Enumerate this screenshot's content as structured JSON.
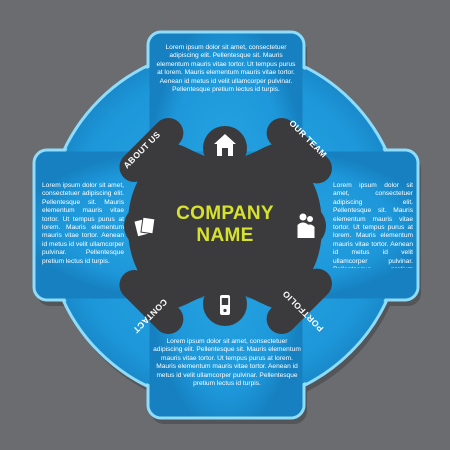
{
  "center": {
    "line1": "COMPANY",
    "line2": "NAME",
    "color": "#d6e22e"
  },
  "tabs": [
    {
      "id": "about",
      "label": "ABOUT US",
      "icon": "house-icon"
    },
    {
      "id": "team",
      "label": "OUR TEAM",
      "icon": "people-icon"
    },
    {
      "id": "portfolio",
      "label": "PORTFOLIO",
      "icon": "mobile-phone-icon"
    },
    {
      "id": "contact",
      "label": "CONTACT",
      "icon": "documents-icon"
    }
  ],
  "text_blocks": {
    "top": "Lorem ipsum dolor sit amet, consectetuer adipiscing elit. Pellentesque sit. Mauris elementum mauris vitae tortor. Ut tempus purus at lorem. Mauris elementum mauris vitae tortor. Aenean id metus id velit ullamcorper pulvinar. Pellentesque pretium lectus id turpis.",
    "left": "Lorem ipsum dolor sit amet, consectetuer adipiscing elit. Pellentesque sit. Mauris elementum mauris vitae tortor. Ut tempus purus at lorem. Mauris elementum mauris vitae tortor. Aenean id metus id velit ullamcorper pulvinar. Pellentesque pretium lectus id turpis.",
    "right": "Lorem ipsum dolor sit amet, consectetuer adipiscing elit. Pellentesque sit. Mauris elementum mauris vitae tortor. Ut tempus purus at lorem. Mauris elementum mauris vitae tortor. Aenean id metus id velit ullamcorper pulvinar. Pellentesque pretium lectus id turpis.",
    "bottom": "Lorem ipsum dolor sit amet, consectetuer adipiscing elit. Pellentesque sit. Mauris elementum mauris vitae tortor. Ut tempus purus at lorem. Mauris elementum mauris vitae tortor. Aenean id metus id velit ullamcorper pulvinar. Pellentesque pretium lectus id turpis."
  },
  "colors": {
    "background": "#6a6c70",
    "frame": "#1f9ee0",
    "frame_edge": "#8fdcfb",
    "center_shape": "#3b3b3d",
    "text": "#ffffff"
  }
}
